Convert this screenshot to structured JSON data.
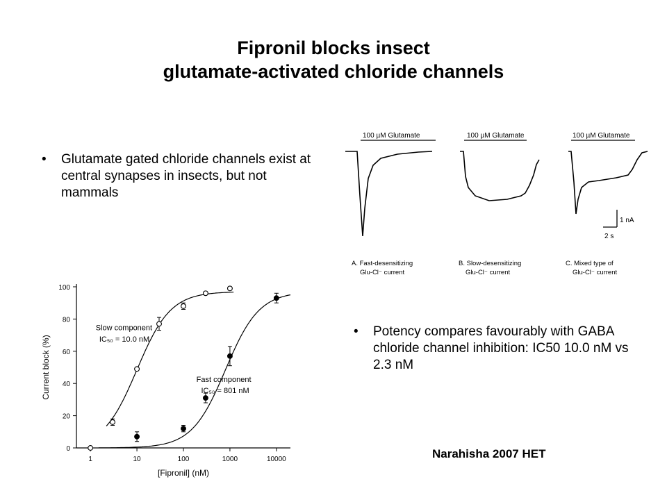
{
  "slide": {
    "title_line1": "Fipronil blocks insect",
    "title_line2": "glutamate-activated chloride channels",
    "bullet1": "Glutamate gated chloride channels exist at central synapses in insects, but not mammals",
    "bullet2": "Potency compares favourably with GABA chloride channel inhibition: IC50 10.0 nM vs 2.3 nM",
    "citation": "Narahisha 2007 HET",
    "bullet_glyph": "•"
  },
  "traces": {
    "stim_label": "100 µM Glutamate",
    "scale_current": "1 nA",
    "scale_time": "2 s",
    "panels": [
      {
        "caption1": "A. Fast-desensitizing",
        "caption2": "Glu-Cl⁻ current"
      },
      {
        "caption1": "B. Slow-desensitizing",
        "caption2": "Glu-Cl⁻ current"
      },
      {
        "caption1": "C. Mixed type of",
        "caption2": "Glu-Cl⁻ current"
      }
    ]
  },
  "chart_data": {
    "type": "scatter",
    "xlabel": "[Fipronil] (nM)",
    "ylabel": "Current block (%)",
    "xscale": "log",
    "xlim": [
      0.5,
      20000
    ],
    "ylim": [
      0,
      100
    ],
    "xticks": [
      1,
      10,
      100,
      1000,
      10000
    ],
    "xtick_labels": [
      "1",
      "10",
      "100",
      "1000",
      "10000"
    ],
    "yticks": [
      0,
      20,
      40,
      60,
      80,
      100
    ],
    "ytick_labels": [
      "0",
      "20",
      "40",
      "60",
      "80",
      "100"
    ],
    "series": [
      {
        "name": "Slow component",
        "ic50_label": "IC₅₀ = 10.0 nM",
        "marker": "open-circle",
        "x": [
          1,
          3,
          10,
          30,
          100,
          300,
          1000
        ],
        "y": [
          0,
          16,
          49,
          77,
          88,
          96,
          99
        ],
        "err": [
          0,
          2,
          0,
          4,
          2,
          1,
          1
        ],
        "ic50": 10.0
      },
      {
        "name": "Fast component",
        "ic50_label": "IC₅₀ = 801 nM",
        "marker": "filled-circle",
        "x": [
          10,
          100,
          300,
          1000,
          10000
        ],
        "y": [
          7,
          12,
          31,
          57,
          93
        ],
        "err": [
          3,
          2,
          3,
          6,
          3
        ],
        "ic50": 801
      }
    ]
  }
}
